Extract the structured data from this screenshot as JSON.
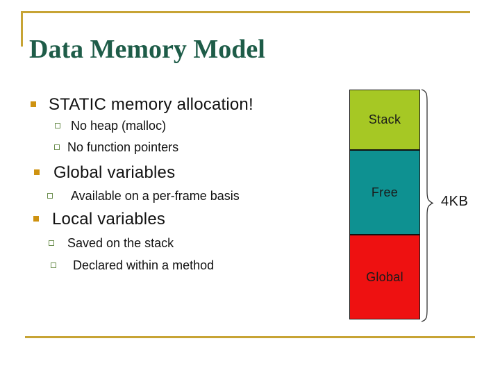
{
  "slide": {
    "title": "Data Memory Model",
    "bullets": [
      {
        "label": "STATIC memory allocation!",
        "subs": [
          "No heap (malloc)",
          "No function pointers"
        ]
      },
      {
        "label": "Global variables",
        "subs": [
          "Available on a per-frame basis"
        ]
      },
      {
        "label": "Local variables",
        "subs": [
          "Saved on the stack",
          "Declared within a method"
        ]
      }
    ]
  },
  "diagram": {
    "segments": [
      {
        "label": "Stack",
        "color": "#A6C824",
        "height": 85
      },
      {
        "label": "Free",
        "color": "#0E9191",
        "height": 122
      },
      {
        "label": "Global",
        "color": "#EE1111",
        "height": 122
      }
    ],
    "size_label": "4KB"
  },
  "colors": {
    "accent_gold": "#C7A435",
    "title_green": "#1E5C48",
    "bullet_gold": "#CE9210",
    "sub_bullet_green": "#6B8E4E",
    "stack_green": "#A6C824",
    "free_teal": "#0E9191",
    "global_red": "#EE1111"
  }
}
